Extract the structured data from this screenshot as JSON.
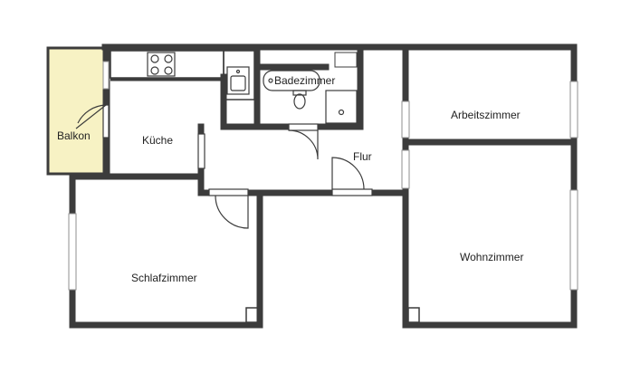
{
  "floor_plan": {
    "rooms": [
      {
        "id": "balkon",
        "label": "Balkon"
      },
      {
        "id": "kueche",
        "label": "Küche"
      },
      {
        "id": "badezimmer",
        "label": "Badezimmer"
      },
      {
        "id": "arbeitszimmer",
        "label": "Arbeitszimmer"
      },
      {
        "id": "flur",
        "label": "Flur"
      },
      {
        "id": "schlafzimmer",
        "label": "Schlafzimmer"
      },
      {
        "id": "wohnzimmer",
        "label": "Wohnzimmer"
      }
    ],
    "colors": {
      "wall": "#3c3c3c",
      "balcony_fill": "#f7f2c4",
      "window": "#bfbfbf",
      "background": "#ffffff"
    },
    "icons": [
      "stove-icon",
      "sink-icon",
      "toilet-icon",
      "bathtub-icon",
      "shower-icon",
      "door-swing-icon",
      "window-icon"
    ]
  }
}
